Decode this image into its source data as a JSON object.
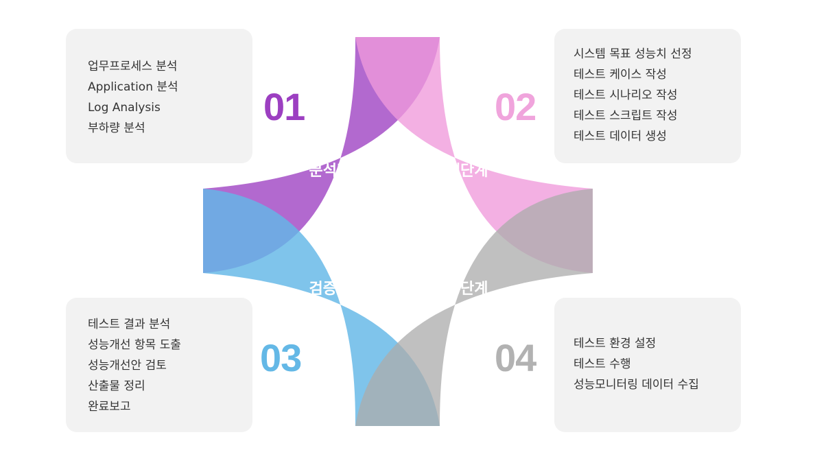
{
  "phases": [
    {
      "number": "01",
      "title": "분석단계",
      "color": "#9c3fc1",
      "items": [
        "업무프로세스 분석",
        "Application 분석",
        "Log Analysis",
        "부하량 분석"
      ]
    },
    {
      "number": "02",
      "title": "설계단계",
      "color": "#f0a4dc",
      "items": [
        "시스템 목표 성능치 선정",
        "테스트 케이스 작성",
        "테스트 시나리오 작성",
        "테스트 스크립트 작성",
        "테스트 데이터 생성"
      ]
    },
    {
      "number": "03",
      "title": "검증단계",
      "color": "#64b8e6",
      "items": [
        "테스트 결과 분석",
        "성능개선 항목 도출",
        "성능개선안 검토",
        "산출물 정리",
        "완료보고"
      ]
    },
    {
      "number": "04",
      "title": "실행단계",
      "color": "#b2b2b2",
      "items": [
        "테스트 환경 설정",
        "테스트 수행",
        "성능모니터링 데이터 수집"
      ]
    }
  ]
}
